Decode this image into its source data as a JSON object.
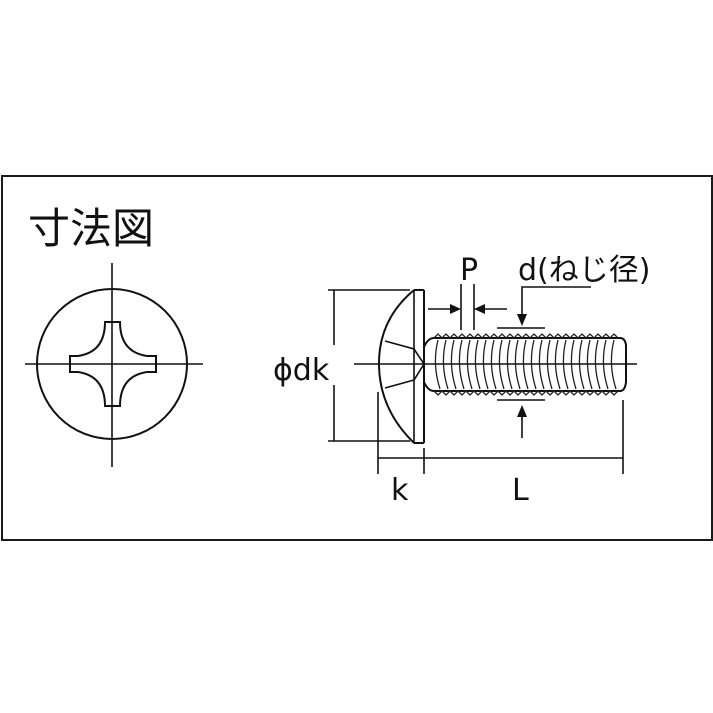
{
  "title": "寸法図",
  "front_view": {
    "description": "Phillips cross recess, circular head (front view)"
  },
  "side_view": {
    "labels": {
      "head_diameter": "ϕdk",
      "head_height": "k",
      "length": "L",
      "pitch": "P",
      "thread_diameter": "d(ねじ径)"
    }
  },
  "colors": {
    "line": "#111111",
    "background": "#ffffff",
    "frame": "#1a1a1a"
  }
}
